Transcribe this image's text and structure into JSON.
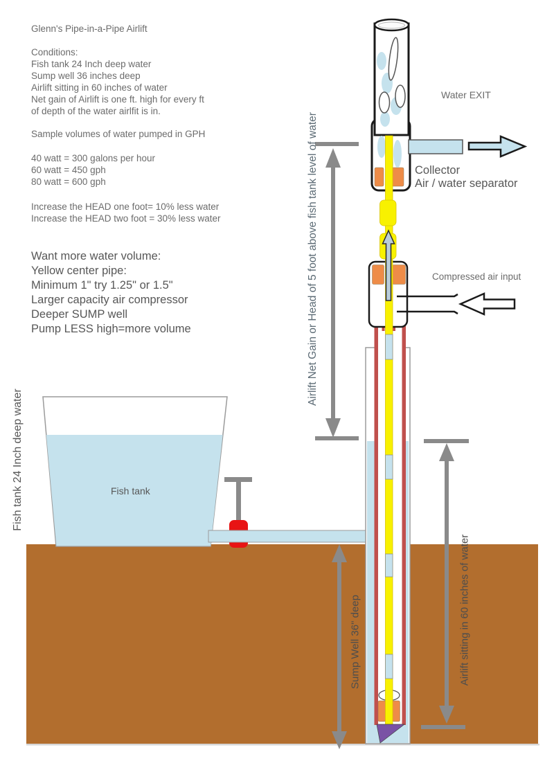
{
  "title": "Glenn's Pipe-in-a-Pipe Airlift",
  "notes": {
    "conditions": [
      "Conditions:",
      "Fish tank 24 Inch deep water",
      "Sump well 36 inches deep",
      "Airlift sitting in 60 inches of water",
      "Net gain of Airlift is one ft. high for every ft",
      "of depth of the water airlfit is in."
    ],
    "sample_header": "Sample volumes of water pumped in GPH",
    "sample_rates": [
      "40 watt = 300 galons per hour",
      "60 watt = 450 gph",
      "80 watt = 600 gph"
    ],
    "head_notes": [
      "Increase the HEAD one foot= 10% less water",
      "Increase the HEAD two foot = 30% less water"
    ],
    "more_volume": [
      "Want more water volume:",
      "Yellow center pipe:",
      "Minimum 1\" try 1.25\" or 1.5\"",
      "Larger capacity air compressor",
      "Deeper SUMP well",
      "Pump LESS high=more volume"
    ]
  },
  "labels": {
    "water_exit": "Water EXIT",
    "collector": "Collector",
    "air_water_separator": "Air / water separator",
    "compressed_air_input": "Compressed air input",
    "fish_tank": "Fish tank",
    "fish_tank_side": "Fish tank 24 Inch deep water",
    "net_gain": "Airlift Net Gain or Head of 5 foot above fish tank level of water",
    "sump_well": "Sump Well 36\" deep",
    "airlift_sitting": "Airlift sitting in 60 inches of water"
  },
  "colors": {
    "ground": "#b26e2e",
    "water": "#c5e2ed",
    "pipe_yellow": "#f8f100",
    "pipe_red": "#c0504d",
    "orange": "#ee8c48",
    "purple": "#7a52a5",
    "valve_red": "#e81414",
    "measure_gray": "#8a8a8a",
    "outline_black": "#1a1a1a",
    "outline_gray": "#9b9b9b",
    "text_gray": "#6b6b6b",
    "text_dark": "#575757",
    "text_bluegray": "#5b6a74",
    "text_ground": "#4d4d4d"
  }
}
